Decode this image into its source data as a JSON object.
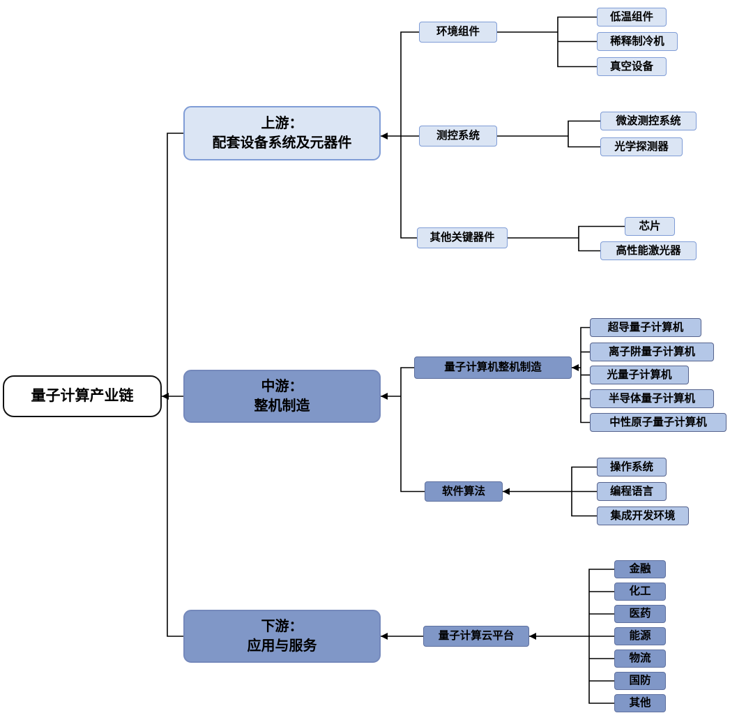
{
  "tree": {
    "root": {
      "label": "量子计算产业链"
    },
    "branches": [
      {
        "label": "上游：\n配套设备系统及元器件",
        "children": [
          {
            "label": "环境组件",
            "children": [
              {
                "label": "低温组件"
              },
              {
                "label": "稀释制冷机"
              },
              {
                "label": "真空设备"
              }
            ]
          },
          {
            "label": "测控系统",
            "children": [
              {
                "label": "微波测控系统"
              },
              {
                "label": "光学探测器"
              }
            ]
          },
          {
            "label": "其他关键器件",
            "children": [
              {
                "label": "芯片"
              },
              {
                "label": "高性能激光器"
              }
            ]
          }
        ]
      },
      {
        "label": "中游：\n整机制造",
        "children": [
          {
            "label": "量子计算机整机制造",
            "children": [
              {
                "label": "超导量子计算机"
              },
              {
                "label": "离子阱量子计算机"
              },
              {
                "label": "光量子计算机"
              },
              {
                "label": "半导体量子计算机"
              },
              {
                "label": "中性原子量子计算机"
              }
            ]
          },
          {
            "label": "软件算法",
            "children": [
              {
                "label": "操作系统"
              },
              {
                "label": "编程语言"
              },
              {
                "label": "集成开发环境"
              }
            ]
          }
        ]
      },
      {
        "label": "下游：\n应用与服务",
        "children": [
          {
            "label": "量子计算云平台",
            "children": [
              {
                "label": "金融"
              },
              {
                "label": "化工"
              },
              {
                "label": "医药"
              },
              {
                "label": "能源"
              },
              {
                "label": "物流"
              },
              {
                "label": "国防"
              },
              {
                "label": "其他"
              }
            ]
          }
        ]
      }
    ]
  },
  "colors": {
    "light_fill": "#dbe5f4",
    "light_border": "#7f9cd6",
    "mid_fill": "#b4c7e7",
    "dark_fill": "#8097c7",
    "line": "#000000"
  }
}
